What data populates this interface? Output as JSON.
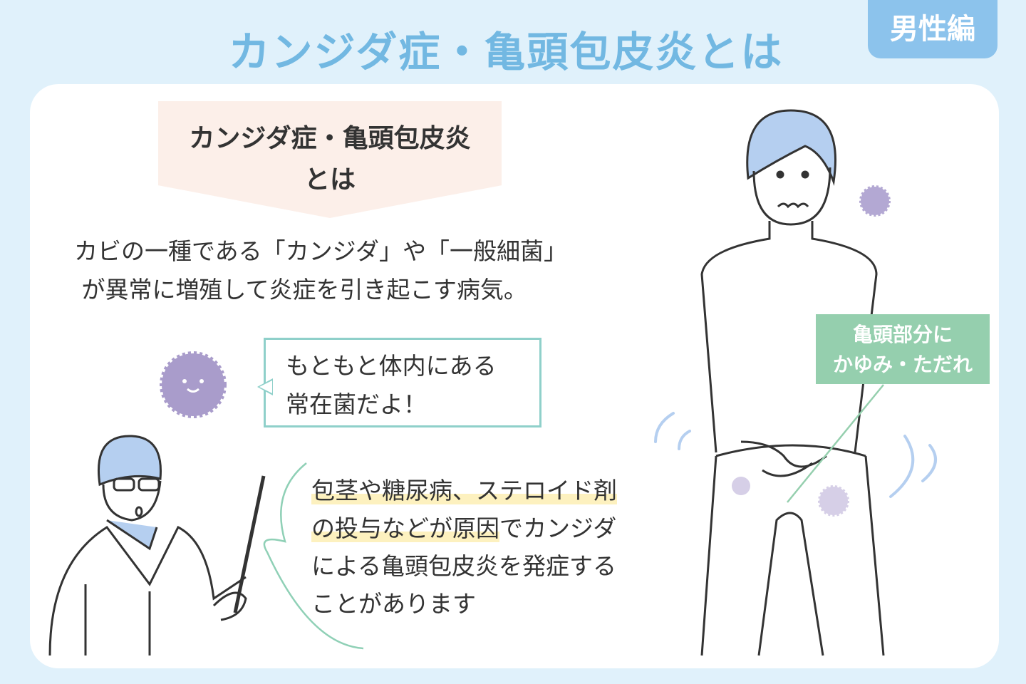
{
  "header": {
    "title": "カンジダ症・亀頭包皮炎とは",
    "badge": "男性編"
  },
  "section": {
    "heading_line1": "カンジダ症・亀頭包皮炎",
    "heading_line2": "とは"
  },
  "definition": {
    "line1": "カビの一種である「カンジダ」や「一般細菌」",
    "line2": " が異常に増殖して炎症を引き起こす病気。"
  },
  "speech_bubble": {
    "line1": "もともと体内にある",
    "line2": "常在菌だよ！"
  },
  "cause": {
    "line1": "包茎や糖尿病、ステロイド剤",
    "line2a": "の投与などが原因",
    "line2b": "でカンジダ",
    "line3": "による亀頭包皮炎を発症する",
    "line4": "ことがあります"
  },
  "symptom_label": {
    "line1": "亀頭部分に",
    "line2": "かゆみ・ただれ"
  },
  "colors": {
    "background": "#e0f1fb",
    "title": "#72b8e2",
    "badge": "#8cc3ec",
    "germ": "#a99ccb",
    "label": "#95cfae",
    "highlight": "#fdf1bf"
  }
}
